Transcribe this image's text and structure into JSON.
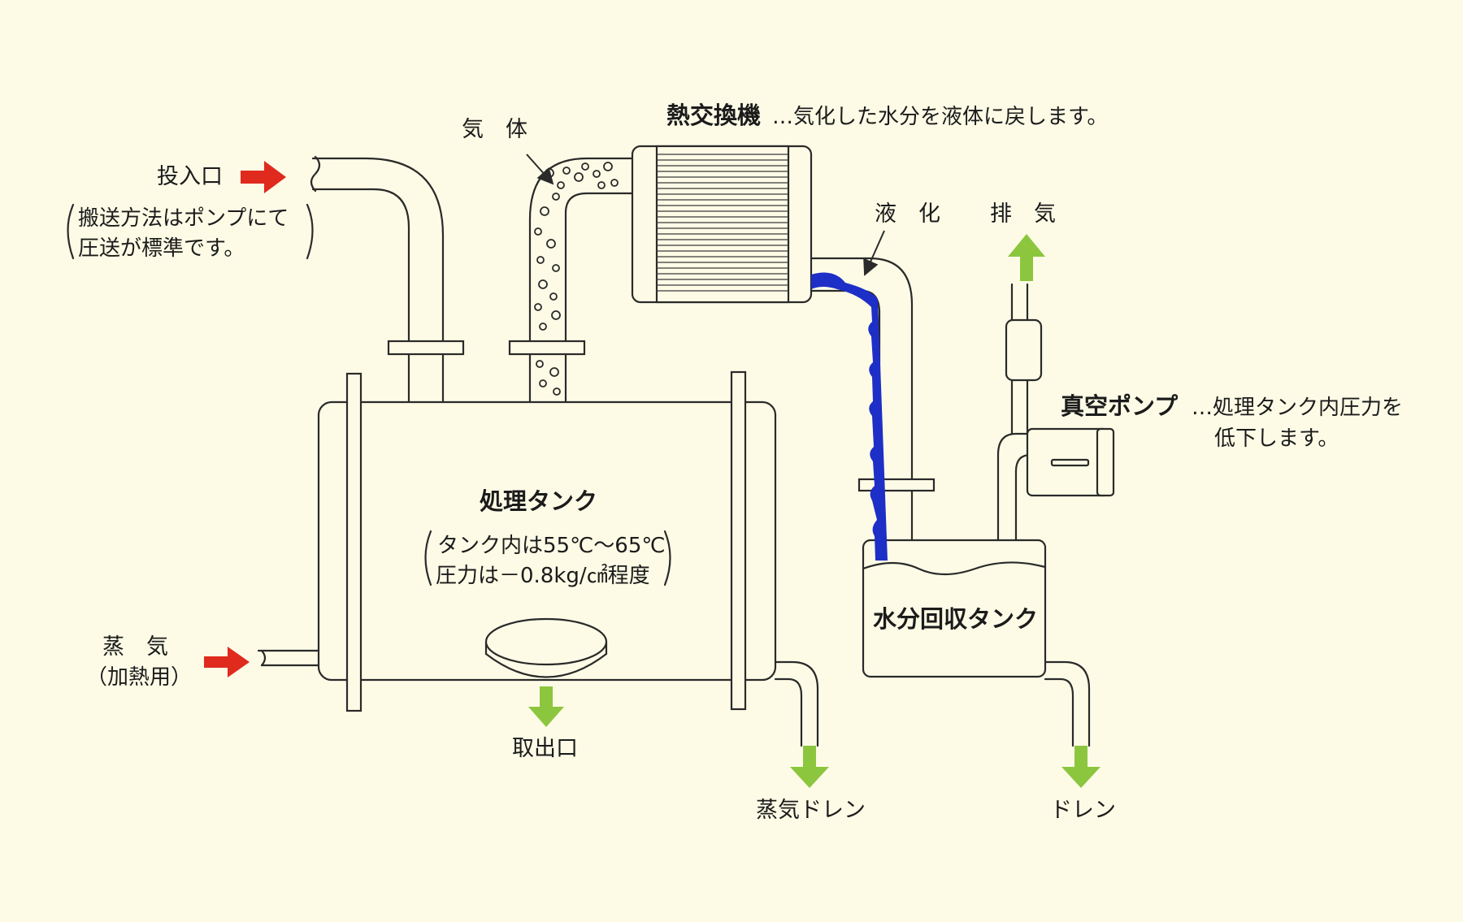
{
  "colors": {
    "background": "#fdfbe6",
    "line": "#2a2a2a",
    "input_arrow": "#e02a1e",
    "output_arrow": "#8cc63e",
    "condensate": "#1d2fc6"
  },
  "labels": {
    "inlet": "投入口",
    "inlet_note_1": "搬送方法はポンプにて",
    "inlet_note_2": "圧送が標準です。",
    "gas": "気　体",
    "heat_exchanger": "熱交換機",
    "heat_exchanger_desc": "…気化した水分を液体に戻します。",
    "liquefy": "液　化",
    "exhaust": "排　気",
    "vacuum_pump": "真空ポンプ",
    "vacuum_pump_desc_1": "…処理タンク内圧力を",
    "vacuum_pump_desc_2": "低下します。",
    "process_tank": "処理タンク",
    "process_tank_note_1": "タンク内は55℃～65℃",
    "process_tank_note_2": "圧力は－0.8kg/㎠程度",
    "steam": "蒸　気",
    "steam_note": "（加熱用）",
    "outlet": "取出口",
    "steam_drain": "蒸気ドレン",
    "water_tank": "水分回収タンク",
    "drain": "ドレン"
  }
}
